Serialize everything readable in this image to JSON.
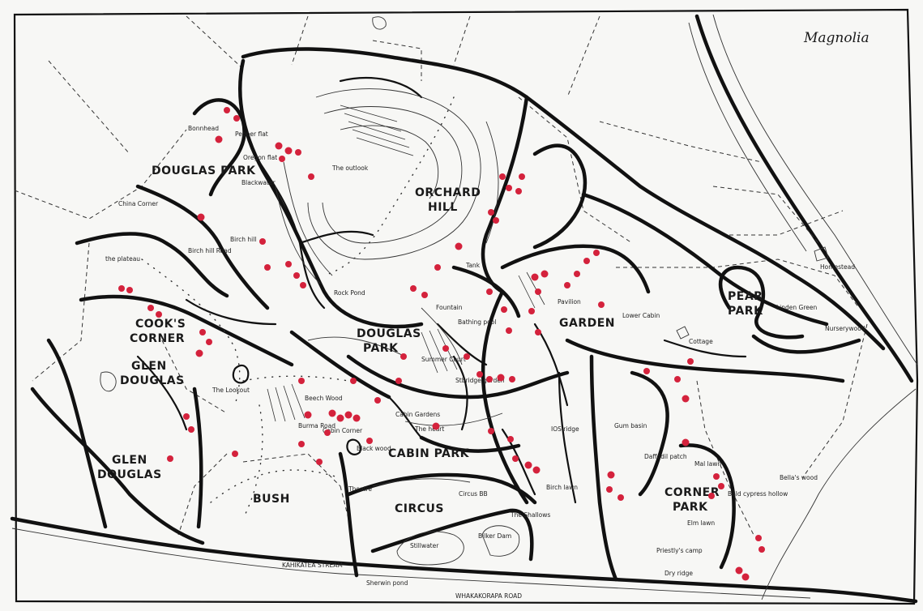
{
  "title": "Magnolia",
  "colors": {
    "marker": "#d4223c",
    "ink": "#111111",
    "paper": "#f7f7f5"
  },
  "areas": {
    "douglas_park_nw": "DOUGLAS PARK",
    "orchard_hill_1": "ORCHARD",
    "orchard_hill_2": "HILL",
    "pear_park_1": "PEAR",
    "pear_park_2": "PARK",
    "cooks_corner_1": "COOK'S",
    "cooks_corner_2": "CORNER",
    "glen_douglas_n_1": "GLEN",
    "glen_douglas_n_2": "DOUGLAS",
    "douglas_park_c_1": "DOUGLAS",
    "douglas_park_c_2": "PARK",
    "garden": "GARDEN",
    "cabin_park": "CABIN PARK",
    "glen_douglas_s_1": "GLEN",
    "glen_douglas_s_2": "DOUGLAS",
    "bush": "BUSH",
    "circus": "CIRCUS",
    "corner_park_1": "CORNER",
    "corner_park_2": "PARK"
  },
  "labels": {
    "bonnhead": "Bonnhead",
    "pepper_flat": "Pepper flat",
    "oregon_flat": "Oregon flat",
    "the_outlook": "The outlook",
    "blackwater": "Blackwater",
    "china_corner": "China Corner",
    "the_plateau": "the plateau",
    "birch_hill_road": "Birch hill Road",
    "birch_hill": "Birch hill",
    "rock_pond": "Rock Pond",
    "tank": "Tank",
    "fountain": "Fountain",
    "bathing_pool": "Bathing pool",
    "pavilion": "Pavilion",
    "lower_cabin": "Lower Cabin",
    "homestead": "Homestead",
    "linden_green": "Linden Green",
    "nurserywood": "Nurserywood",
    "cottage": "Cottage",
    "summer_court": "Summer Court",
    "stbridge_garden": "Stbridge garden",
    "the_lookout": "The Lookout",
    "beech_wood": "Beech Wood",
    "cabin_corner": "Cabin Corner",
    "burma_road": "Burma Road",
    "cabin_gardens": "Cabin Gardens",
    "the_heart": "The heart",
    "black_wood": "Black wood",
    "ios_ridge": "IOS ridge",
    "gum_basin": "Gum basin",
    "daffodil_patch": "Daffodil patch",
    "mal_lawn": "Mal lawn",
    "bald_cypress_hollow": "Bald cypress hollow",
    "bellas_wood": "Bella's wood",
    "elm_lawn": "Elm lawn",
    "priestlys_camp": "Priestly's camp",
    "dry_ridge": "Dry ridge",
    "birch_lawn": "Birch lawn",
    "the_shallows": "The Shallows",
    "circus_bb": "Circus BB",
    "theatre": "Theatre",
    "stillwater": "Stillwater",
    "bilker_dam": "Bilker Dam",
    "sherwin_pond": "Sherwin pond",
    "whakakorapa_road": "WHAKAKORAPA ROAD",
    "kahikatea_stream": "KAHIKATEA STREAM"
  }
}
